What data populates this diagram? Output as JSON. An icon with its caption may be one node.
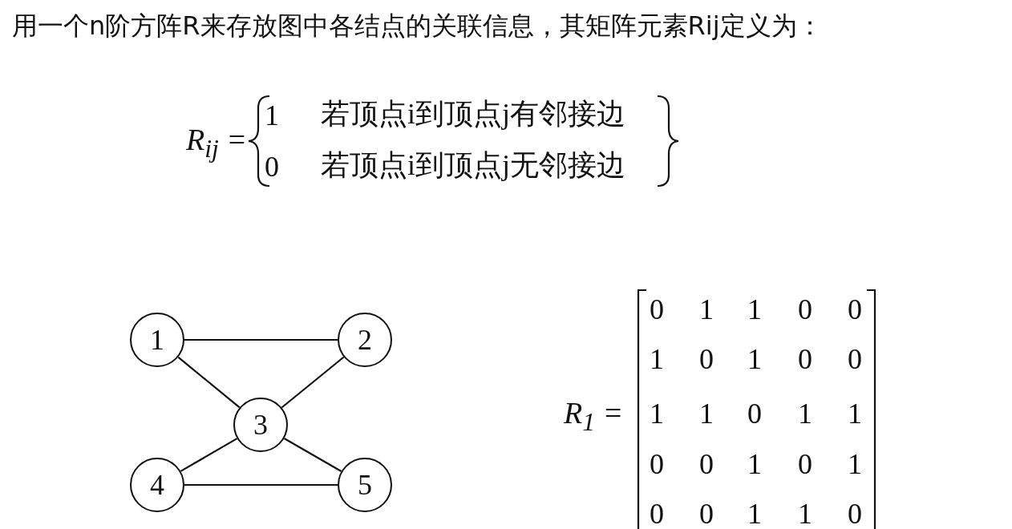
{
  "diagram": {
    "title": "用一个n阶方阵R来存放图中各结点的关联信息，其矩阵元素Rij定义为：",
    "nodes": [
      {
        "text": [
          "1"
        ]
      },
      {
        "text": [
          "2"
        ]
      },
      {
        "text": [
          "3"
        ]
      },
      {
        "text": [
          "4"
        ]
      },
      {
        "text": [
          "5"
        ]
      }
    ],
    "edges": [
      {
        "from": 0,
        "to": 1,
        "arrow": "none"
      },
      {
        "from": 0,
        "to": 2,
        "arrow": "none"
      },
      {
        "from": 1,
        "to": 2,
        "arrow": "none"
      },
      {
        "from": 2,
        "to": 3,
        "arrow": "none"
      },
      {
        "from": 2,
        "to": 4,
        "arrow": "none"
      },
      {
        "from": 3,
        "to": 4,
        "arrow": "none"
      }
    ],
    "labels": [
      "R$_{ij}$ =",
      "1",
      "若顶点i到顶点j有邻接边",
      "0",
      "若顶点i到顶点j无邻接边",
      "R$_{1}$ =",
      "0",
      "1",
      "1",
      "0",
      "0",
      "1",
      "0",
      "1",
      "0",
      "0",
      "1",
      "1",
      "0",
      "1",
      "1",
      "0",
      "0",
      "1",
      "0",
      "1",
      "0",
      "0",
      "1",
      "1",
      "0"
    ]
  }
}
